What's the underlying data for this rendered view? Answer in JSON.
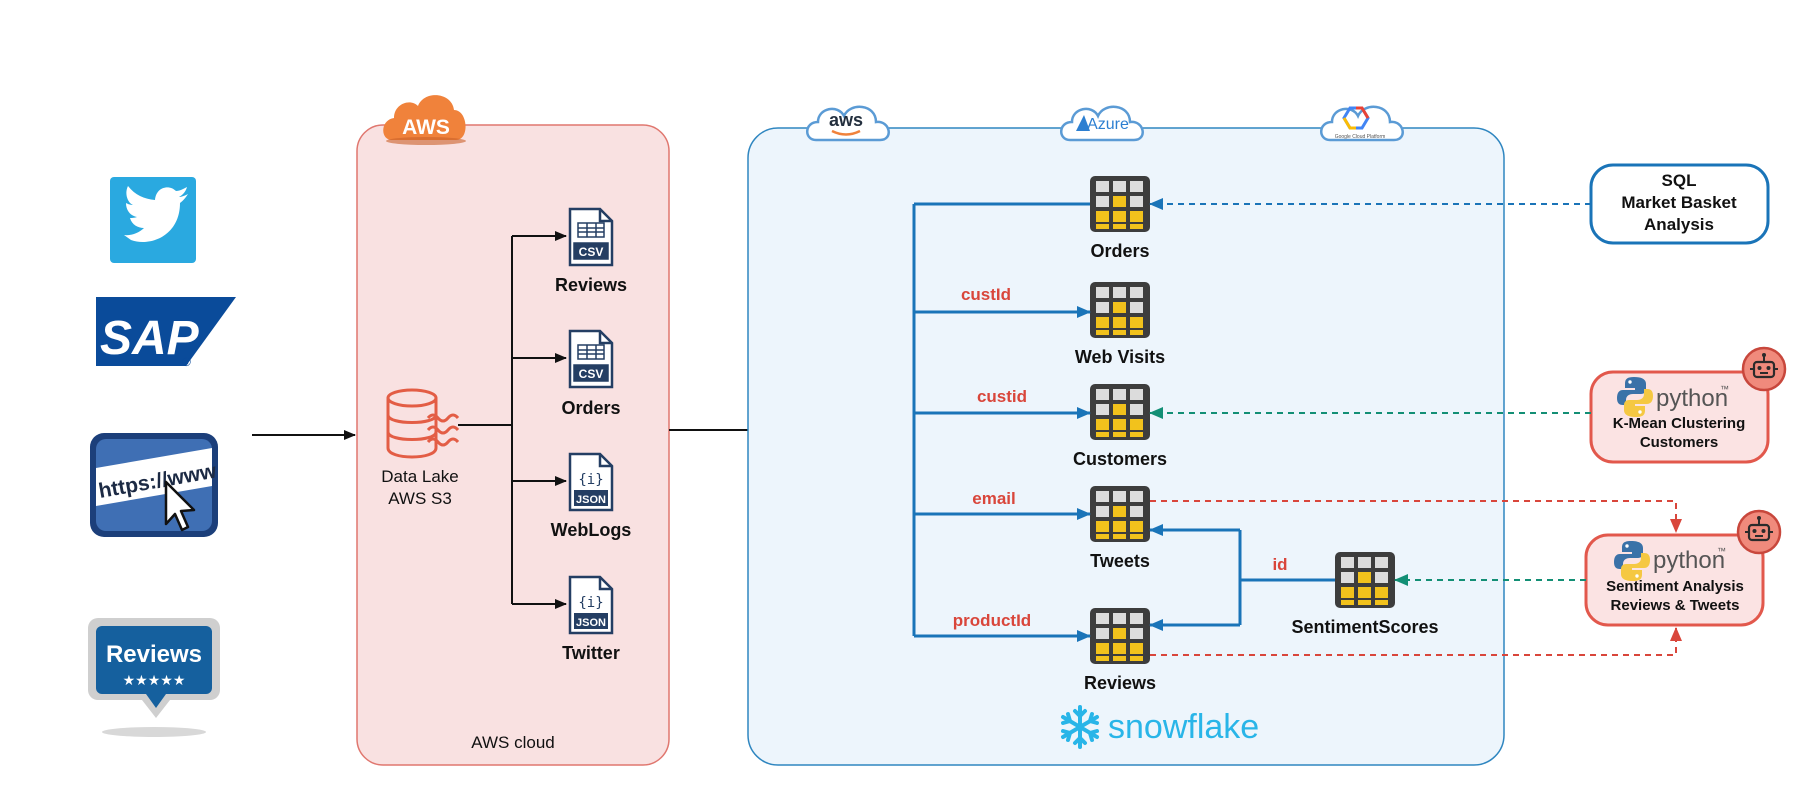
{
  "sources": {
    "twitter": "twitter-logo",
    "sap": {
      "text": "SAP",
      "mark": "®"
    },
    "web": {
      "text": "https://www"
    },
    "reviews": {
      "text": "Reviews",
      "stars": "★★★★★"
    }
  },
  "aws": {
    "badge": "AWS",
    "footer": "AWS cloud",
    "datalake_line1": "Data Lake",
    "datalake_line2": "AWS S3",
    "files": [
      {
        "type": "CSV",
        "label": "Reviews"
      },
      {
        "type": "CSV",
        "label": "Orders"
      },
      {
        "type": "JSON",
        "label": "WebLogs"
      },
      {
        "type": "JSON",
        "label": "Twitter"
      }
    ],
    "json_glyph": "{i}"
  },
  "clouds": {
    "aws": "aws",
    "azure": "Azure",
    "gcp": "Google Cloud Platform"
  },
  "snowflake": {
    "brand": "snowflake",
    "tables": {
      "orders": "Orders",
      "webvisits": "Web Visits",
      "customers": "Customers",
      "tweets": "Tweets",
      "reviews": "Reviews",
      "sentiment": "SentimentScores"
    },
    "edges": {
      "custId": "custId",
      "custid": "custid",
      "email": "email",
      "productId": "productId",
      "id": "id"
    }
  },
  "analytics": {
    "sql": {
      "line1": "SQL",
      "line2": "Market Basket",
      "line3": "Analysis"
    },
    "kmeans": {
      "python": "python",
      "tm": "™",
      "line1": "K-Mean Clustering",
      "line2": "Customers"
    },
    "sentiment": {
      "python": "python",
      "tm": "™",
      "line1": "Sentiment Analysis",
      "line2": "Reviews & Tweets"
    }
  },
  "colors": {
    "aws_panel_fill": "#f9e1e1",
    "aws_panel_stroke": "#e0776f",
    "aws_orange": "#f0823b",
    "sf_panel_fill": "#edf5fc",
    "sf_panel_stroke": "#2f86c0",
    "flow_blue": "#1a74b8",
    "edge_red": "#d9463b",
    "dashed_teal": "#138f75",
    "table_dark": "#3d3d3d",
    "table_yellow": "#f2c21c",
    "twitter_blue": "#2aa9e0",
    "sap_blue": "#0a4b9a",
    "python_box_fill": "#fbe3e3",
    "python_box_stroke": "#e2584c",
    "robot_fill": "#f08a7c"
  }
}
